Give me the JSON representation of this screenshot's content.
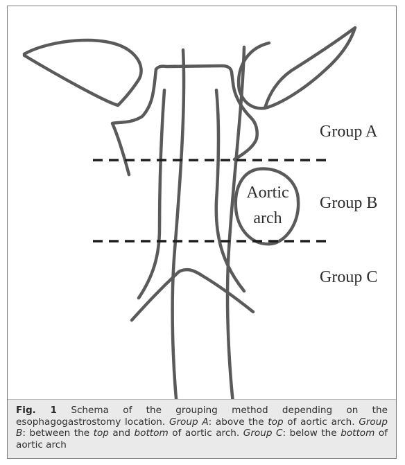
{
  "diagram": {
    "labels": {
      "group_a": "Group A",
      "group_b": "Group B",
      "group_c": "Group C",
      "aortic_line1": "Aortic",
      "aortic_line2": "arch"
    }
  },
  "caption": {
    "fig_label": "Fig. 1",
    "text_1": " Schema of the grouping method depending on the esophagogastrostomy location. ",
    "group_a": "Group A",
    "text_2": ": above the ",
    "top_1": "top",
    "text_3": " of aortic arch. ",
    "group_b": "Group B",
    "text_4": ": between the ",
    "top_2": "top",
    "text_5": " and ",
    "bottom_1": "bottom",
    "text_6": " of aortic arch. ",
    "group_c": "Group C",
    "text_7": ": below the ",
    "bottom_2": "bottom",
    "text_8": " of aortic arch"
  }
}
